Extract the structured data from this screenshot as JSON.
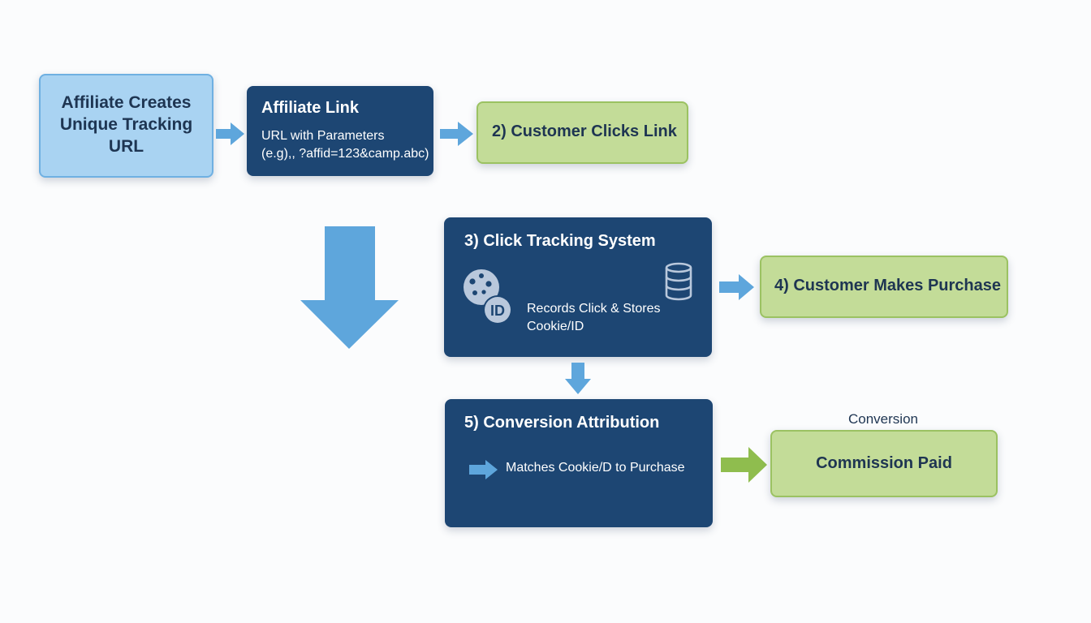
{
  "diagram": {
    "step_create": {
      "lines": [
        "Affiliate Creates",
        "Unique Tracking",
        "URL"
      ]
    },
    "affiliate_link": {
      "title": "Affiliate Link",
      "line1": "URL with Parameters",
      "line2": "(e.g),, ?affid=123&camp.abc)"
    },
    "customer_clicks": {
      "title": "2) Customer Clicks Link"
    },
    "click_tracking": {
      "title": "3) Click Tracking System",
      "icon_badge": "ID",
      "line1": "Records Click & Stores",
      "line2": "Cookie/ID",
      "icons": [
        "cookie-icon",
        "id-badge-icon",
        "database-icon"
      ]
    },
    "customer_purchase": {
      "title": "4) Customer Makes Purchase"
    },
    "conversion_attribution": {
      "title": "5) Conversion Attribution",
      "line": "Matches Cookie/D to Purchase"
    },
    "conversion_label": "Conversion",
    "commission": {
      "title": "Commission Paid"
    },
    "colors": {
      "light_blue_box": "#a9d3f2",
      "dark_box": "#1d4673",
      "green_box": "#c3dc98",
      "blue_arrow": "#5ea6dc",
      "green_arrow": "#8fbd4e"
    }
  }
}
